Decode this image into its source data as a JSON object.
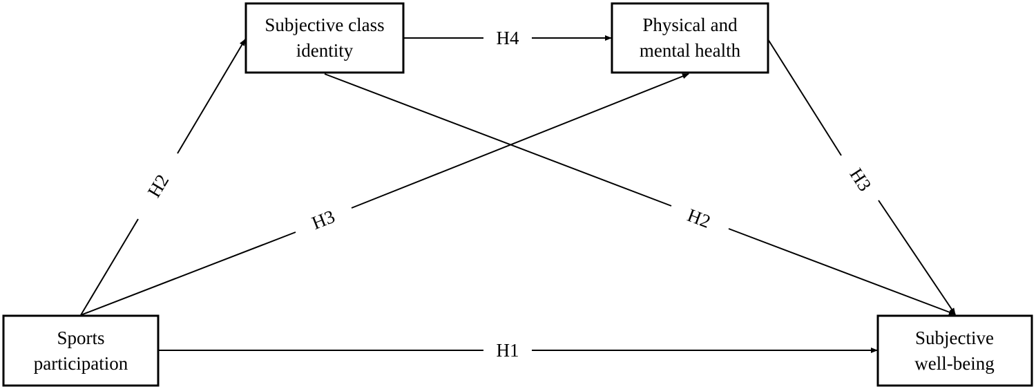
{
  "nodes": {
    "sports": {
      "line1": "Sports",
      "line2": "participation"
    },
    "class_identity": {
      "line1": "Subjective class",
      "line2": "identity"
    },
    "health": {
      "line1": "Physical and",
      "line2": "mental health"
    },
    "wellbeing": {
      "line1": "Subjective",
      "line2": "well-being"
    }
  },
  "edges": {
    "sports_to_wellbeing": "H1",
    "sports_to_class": "H2",
    "class_to_wellbeing": "H2",
    "sports_to_health": "H3",
    "health_to_wellbeing": "H3",
    "class_to_health": "H4"
  },
  "colors": {
    "stroke": "#000000",
    "background": "#ffffff"
  }
}
